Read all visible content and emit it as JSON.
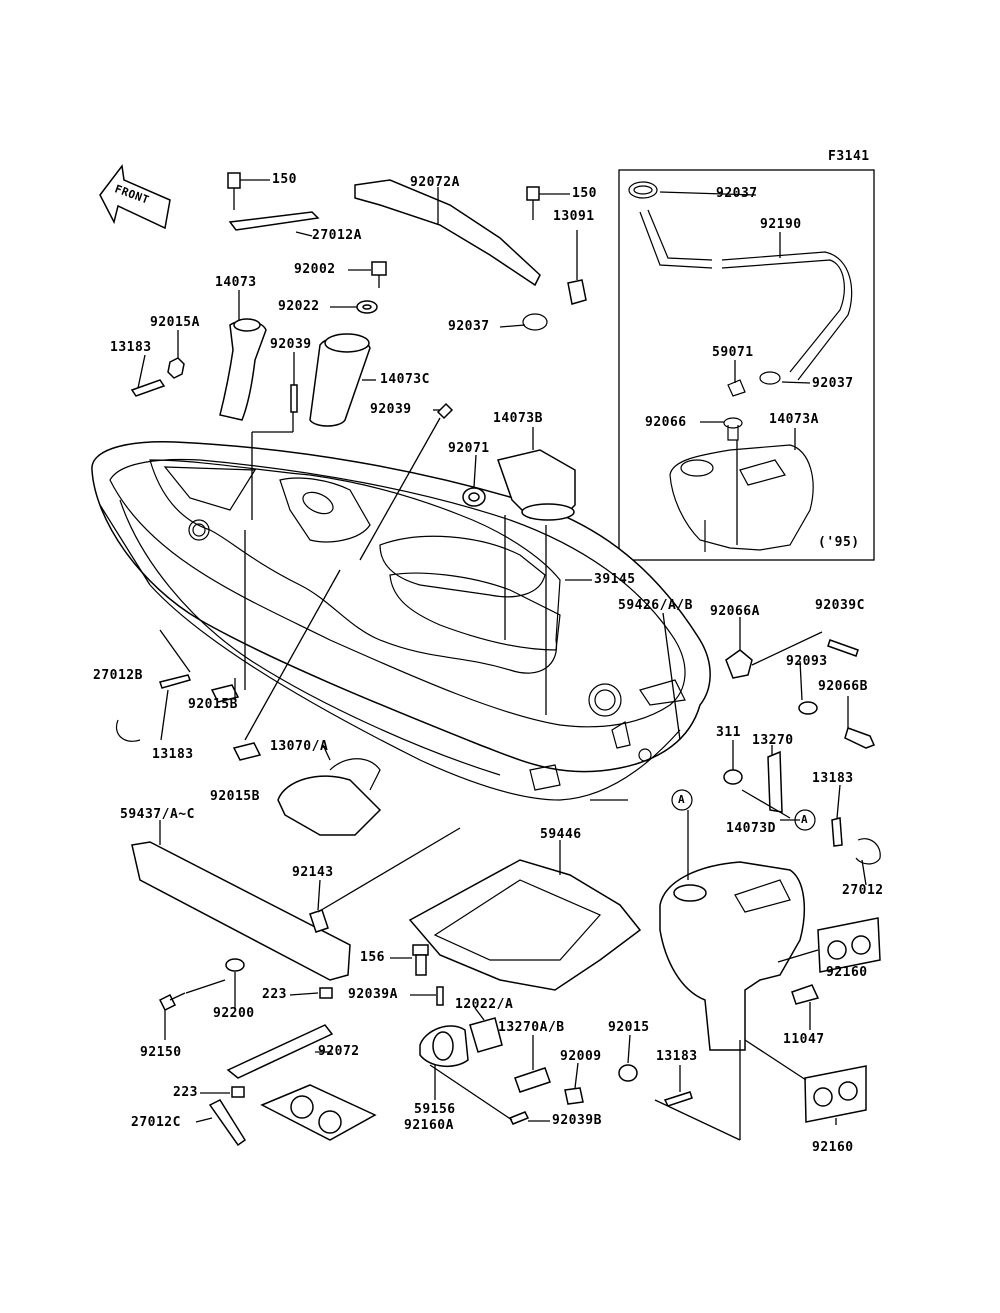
{
  "figure_code": "F3141",
  "front_label": "FRONT",
  "inset_note": "('95)",
  "callout_letter": "A",
  "parts": {
    "p150_a": "150",
    "p27012A": "27012A",
    "p92072A": "92072A",
    "p150_b": "150",
    "p13091": "13091",
    "p92002": "92002",
    "p14073": "14073",
    "p92022": "92022",
    "p92037_a": "92037",
    "p92015A": "92015A",
    "p92039_a": "92039",
    "p13183_a": "13183",
    "p14073C": "14073C",
    "p92039_b": "92039",
    "p14073B": "14073B",
    "p92071": "92071",
    "p39145": "39145",
    "p59426": "59426/A/B",
    "p92066A": "92066A",
    "p92039C": "92039C",
    "p92093": "92093",
    "p92066B": "92066B",
    "p27012B": "27012B",
    "p92015B_a": "92015B",
    "p13183_b": "13183",
    "p13070": "13070/A",
    "p92015B_b": "92015B",
    "p311": "311",
    "p13270": "13270",
    "p13183_c": "13183",
    "p14073D": "14073D",
    "p59437": "59437/A~C",
    "p59446": "59446",
    "p92143": "92143",
    "p27012": "27012",
    "p156": "156",
    "p92160_a": "92160",
    "p223_a": "223",
    "p92039A": "92039A",
    "p12022": "12022/A",
    "p92200": "92200",
    "p11047": "11047",
    "p92150": "92150",
    "p92072": "92072",
    "p13270AB": "13270A/B",
    "p92015": "92015",
    "p92009": "92009",
    "p13183_d": "13183",
    "p223_b": "223",
    "p59156": "59156",
    "p92160A": "92160A",
    "p27012C": "27012C",
    "p92039B": "92039B",
    "p92160_b": "92160",
    "i92037_a": "92037",
    "i92190": "92190",
    "i59071": "59071",
    "i92037_b": "92037",
    "i92066": "92066",
    "i14073A": "14073A"
  }
}
